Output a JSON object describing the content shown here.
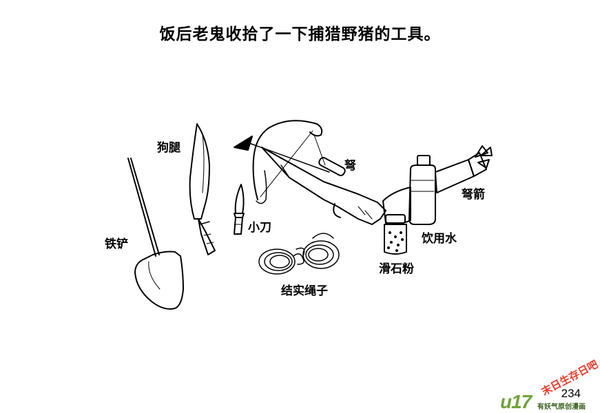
{
  "caption": "饭后老鬼收拾了一下捕猎野猪的工具。",
  "labels": {
    "shovel": "铁铲",
    "machete": "狗腿",
    "knife": "小刀",
    "crossbow": "弩",
    "bolts": "弩箭",
    "water": "饮用水",
    "talc": "滑石粉",
    "rope": "结实绳子"
  },
  "page_number": "234",
  "watermark": {
    "logo": "u17",
    "tagline": "有妖气原创漫画",
    "overlay": "末日生存日吧"
  },
  "colors": {
    "ink": "#000000",
    "watermark_green": "#6fa43a",
    "watermark_red": "#e83a2a"
  }
}
